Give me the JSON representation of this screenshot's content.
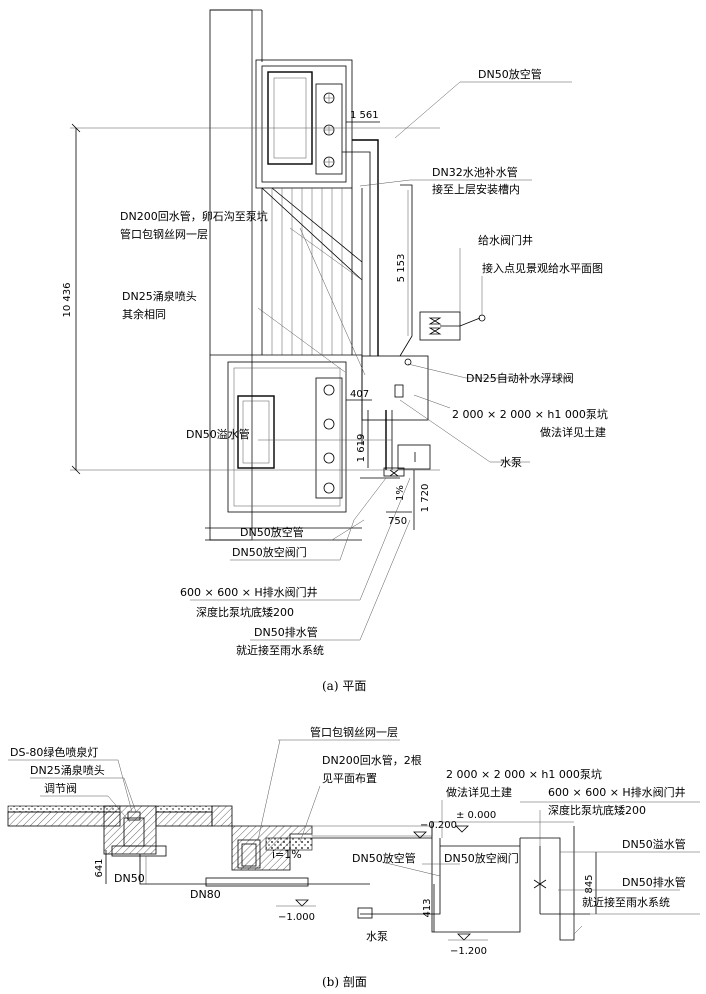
{
  "plan": {
    "caption": "(a) 平面",
    "labels": {
      "dn50_vent_top": "DN50放空管",
      "dn32_line1": "DN32水池补水管",
      "dn32_line2": "接至上层安装槽内",
      "dn200_line1": "DN200回水管，卵石沟至泵坑",
      "dn200_line2": "管口包钢丝网一层",
      "valve_well": "给水阀门井",
      "connection": "接入点见景观给水平面图",
      "dn25_nozzle_line1": "DN25涌泉喷头",
      "dn25_nozzle_line2": "其余相同",
      "float_valve": "DN25自动补水浮球阀",
      "pump_pit_line1": "2 000 × 2 000 × h1 000泵坑",
      "pump_pit_line2": "做法详见土建",
      "dn50_overflow": "DN50溢水管",
      "pump": "水泵",
      "dn50_vent_bottom": "DN50放空管",
      "dn50_vent_valve": "DN50放空阀门",
      "drain_well_line1": "600 × 600 × H排水阀门井",
      "drain_well_line2": "深度比泵坑底矮200",
      "dn50_drain_line1": "DN50排水管",
      "dn50_drain_line2": "就近接至雨水系统"
    },
    "dims": {
      "d10436": "10 436",
      "d1561": "1 561",
      "d5153": "5 153",
      "d407": "407",
      "d1619": "1 619",
      "d1pct": "1%",
      "d750": "750",
      "d1720": "1 720"
    }
  },
  "section": {
    "caption": "(b) 剖面",
    "labels": {
      "mesh": "管口包钢丝网一层",
      "lamp": "DS-80绿色喷泉灯",
      "nozzle": "DN25涌泉喷头",
      "valve": "调节阀",
      "dn200_line1": "DN200回水管，2根",
      "dn200_line2": "见平面布置",
      "pit_line1": "2 000 × 2 000 × h1 000泵坑",
      "pit_line2": "做法详见土建",
      "well_line1": "600 × 600 × H排水阀门井",
      "well_line2": "深度比泵坑底矮200",
      "dn50_overflow": "DN50溢水管",
      "dn50_vent": "DN50放空管",
      "dn50_vent_valve": "DN50放空阀门",
      "dn50_drain_line1": "DN50排水管",
      "dn50_drain_line2": "就近接至雨水系统",
      "dn50": "DN50",
      "dn80": "DN80",
      "pump": "水泵",
      "slope": "i=1%"
    },
    "dims": {
      "d641": "641",
      "d413": "413",
      "d845": "845",
      "elev_m0200": "−0.200",
      "elev_0000": "± 0.000",
      "elev_m1000": "−1.000",
      "elev_m1200": "−1.200"
    }
  }
}
